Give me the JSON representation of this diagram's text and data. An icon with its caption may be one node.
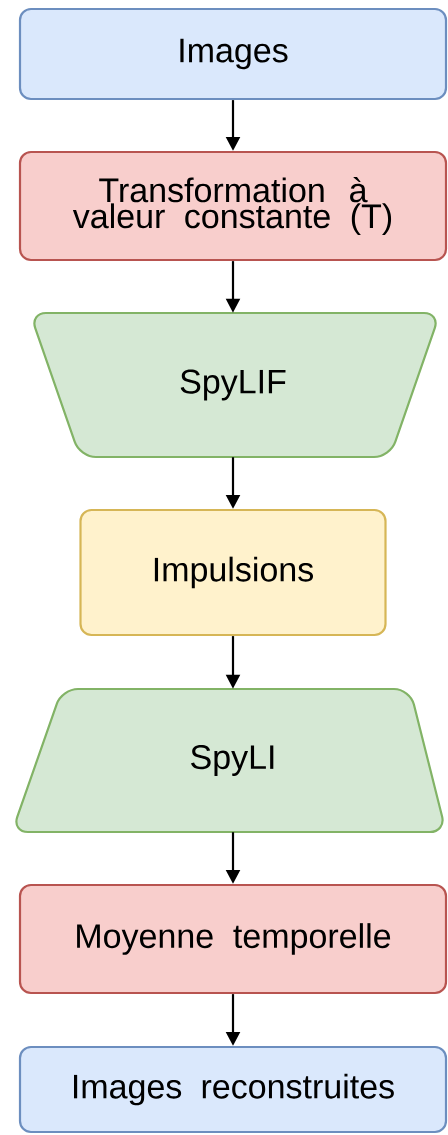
{
  "diagram": {
    "nodes": [
      {
        "text": [
          "Images"
        ]
      },
      {
        "text": [
          "Transformation à valeur constante (T)"
        ]
      },
      {
        "text": [
          "SpyLIF"
        ]
      },
      {
        "text": [
          "Impulsions"
        ]
      },
      {
        "text": [
          "SpyLI"
        ]
      },
      {
        "text": [
          "Moyenne temporelle"
        ]
      },
      {
        "text": [
          "Images reconstruites"
        ]
      }
    ],
    "edges": [
      {
        "from": 0,
        "to": 1,
        "arrow": "to"
      },
      {
        "from": 1,
        "to": 2,
        "arrow": "to"
      },
      {
        "from": 2,
        "to": 3,
        "arrow": "to"
      },
      {
        "from": 3,
        "to": 4,
        "arrow": "to"
      },
      {
        "from": 4,
        "to": 5,
        "arrow": "to"
      },
      {
        "from": 5,
        "to": 6,
        "arrow": "to"
      }
    ]
  }
}
